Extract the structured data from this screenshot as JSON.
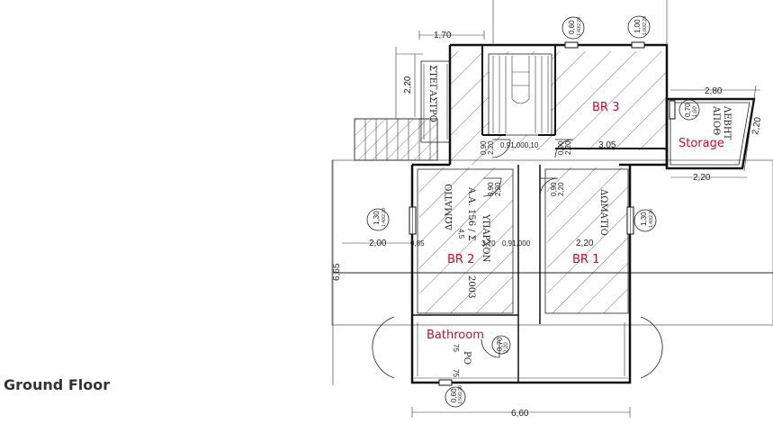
{
  "title": "Ground Floor",
  "rooms": {
    "br3": "BR 3",
    "br2": "BR 2",
    "br1": "BR 1",
    "bathroom": "Bathroom",
    "storage": "Storage"
  },
  "plan_text": {
    "dim_top": "1,70",
    "dim_left_vertical": "2,20",
    "dim_280": "2,80",
    "dim_220_right": "2,20",
    "dim_220_bottom_right": "2,20",
    "dim_305": "3,05",
    "dim_200": "2,00",
    "dim_220_mid": "2,20",
    "dim_665": "6,65",
    "dim_660": "6,60",
    "stegastro": "ΣΤΕΓΑΣΤΡΟ",
    "domatio_left": "ΔΩΜΑΤΙΟ",
    "domatio_right": "ΔΩΜΑΤΙΟ",
    "yparxon": "ΥΠΑΡΧΟΝ",
    "al_156": "Α.Α. 156 / Σ",
    "year": "2003",
    "dim_45": "4,5",
    "dim_370": "3,70",
    "mid_row": "0,91,000",
    "top_row": "0,91,000,10",
    "ro": "ΡΟ",
    "dim_75": "75",
    "door_090_a": "0,90",
    "door_220_a": "2,20",
    "door_090_b": "0,90",
    "door_220_b": "2,20",
    "door_090_c": "0,90",
    "door_220_c": "2,20",
    "door_090_d": "0,90",
    "door_220_d": "2,20",
    "win_130_left": "1,30",
    "win_130_left_sub": "1,40/2,20",
    "win_130_right": "1,30",
    "win_130_right_sub": "1,40/2,20",
    "win_060_top": "0,60",
    "win_060_top_sub": "1,40/2,20",
    "win_100_top": "1,00",
    "win_100_top_sub": "1,00/2,20",
    "win_070_bath": "0,70",
    "win_220_bath": "2,20",
    "win_060_bottom": "0,60",
    "win_060_bottom_sub": "1,50/2,20",
    "win_070_storage": "0,70",
    "win_100_storage": "1,00",
    "apothiki": "ΑΠΟΘ",
    "lebiti": "ΛΕΒΗΤ",
    "dim_085": "0,85",
    "dim_75b": "75"
  }
}
